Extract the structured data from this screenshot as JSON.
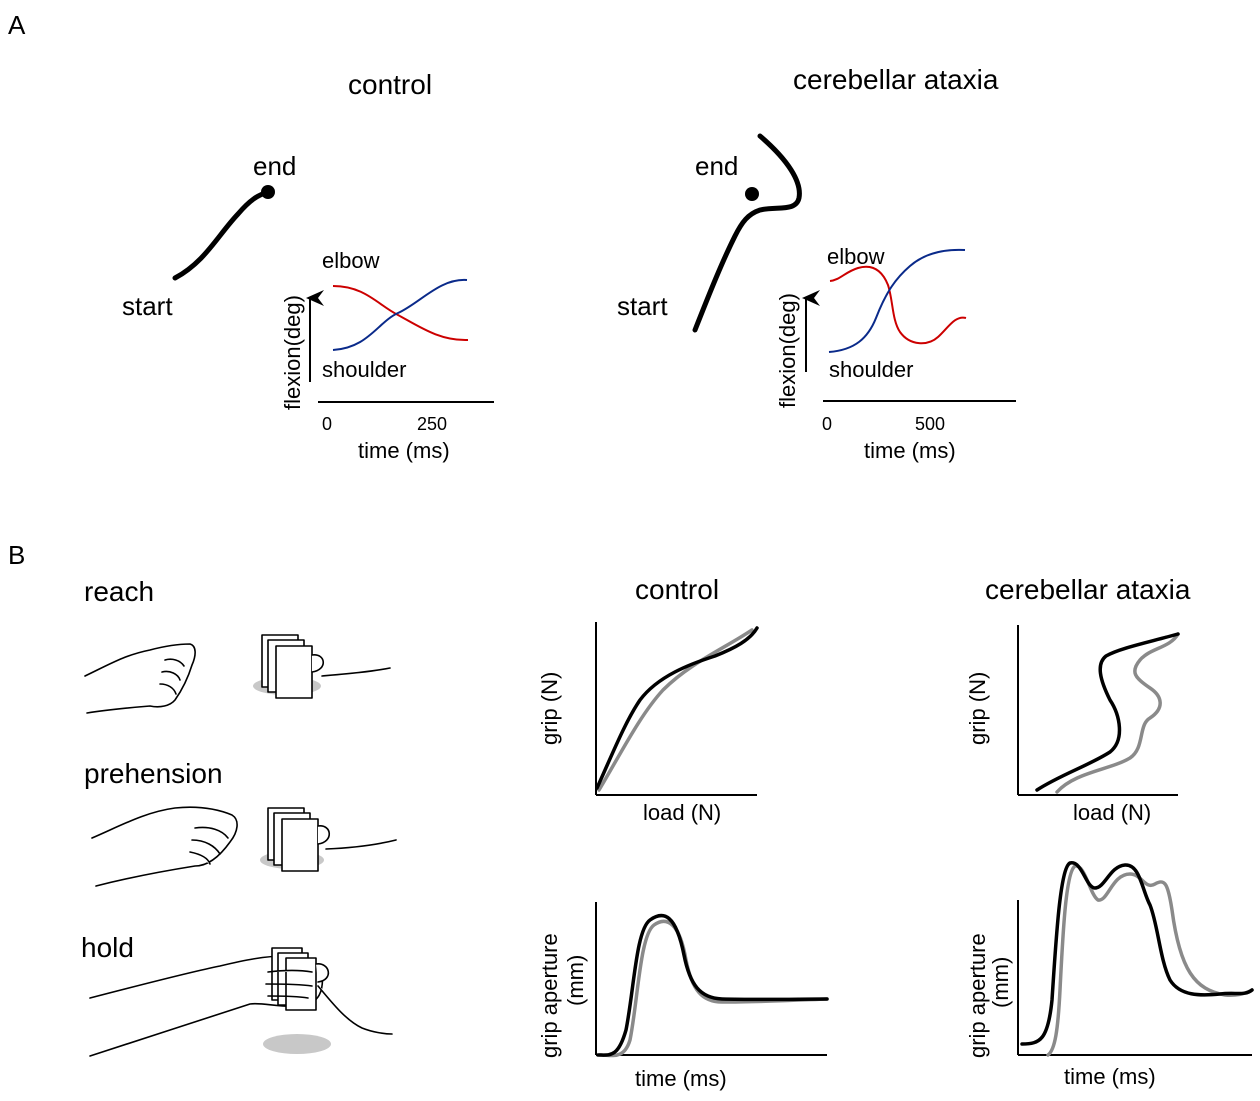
{
  "panelA": {
    "label": "A",
    "control": {
      "title": "control",
      "end": "end",
      "start": "start",
      "elbow": "elbow",
      "shoulder": "shoulder",
      "ylabel": "flexion(deg)",
      "xlabel": "time (ms)",
      "ticks": [
        "0",
        "250"
      ]
    },
    "ataxia": {
      "title": "cerebellar ataxia",
      "end": "end",
      "start": "start",
      "elbow": "elbow",
      "shoulder": "shoulder",
      "ylabel": "flexion(deg)",
      "xlabel": "time (ms)",
      "ticks": [
        "0",
        "500"
      ]
    },
    "colors": {
      "elbow": "#cc0000",
      "shoulder": "#0a2a8a"
    }
  },
  "panelB": {
    "label": "B",
    "actions": [
      "reach",
      "prehension",
      "hold"
    ],
    "control": {
      "title": "control",
      "grip_ylabel": "grip (N)",
      "grip_xlabel": "load (N)",
      "aperture_ylabel_line1": "grip aperture",
      "aperture_ylabel_line2": "(mm)",
      "aperture_xlabel": "time (ms)"
    },
    "ataxia": {
      "title": "cerebellar ataxia",
      "grip_ylabel": "grip (N)",
      "grip_xlabel": "load (N)",
      "aperture_ylabel_line1": "grip aperture",
      "aperture_ylabel_line2": "(mm)",
      "aperture_xlabel": "time (ms)"
    },
    "colors": {
      "trace1": "#000000",
      "trace2": "#8a8a8a"
    }
  }
}
